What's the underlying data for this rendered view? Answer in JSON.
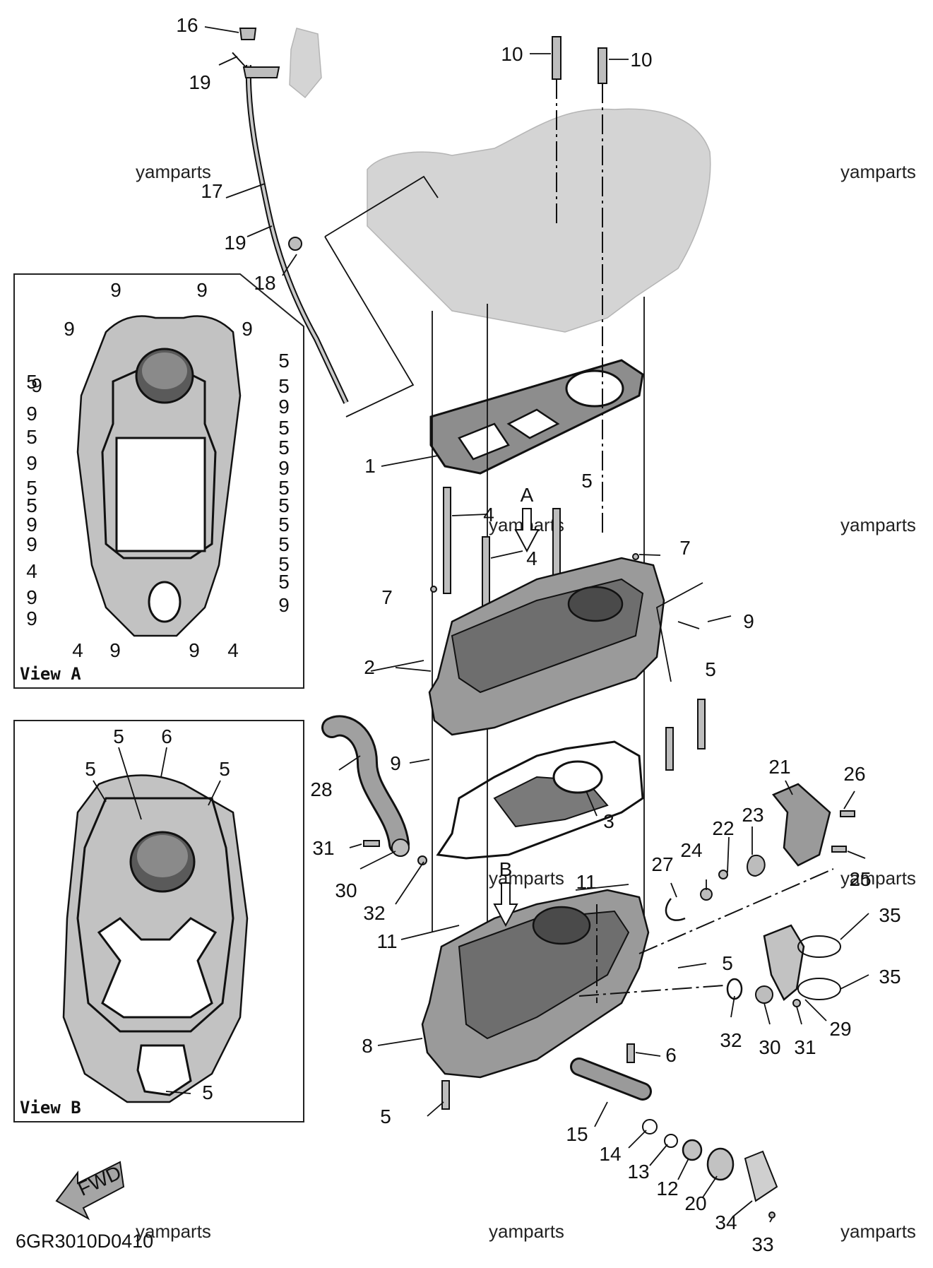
{
  "watermark": "yamparts",
  "diagram_code": "6GR3010D0410",
  "fwd_label": "FWD",
  "views": {
    "view_a": {
      "label": "View A"
    },
    "view_b": {
      "label": "View B"
    }
  },
  "view_markers": {
    "a": "A",
    "b": "B"
  },
  "callouts": {
    "main": [
      "16",
      "19",
      "17",
      "19",
      "18",
      "10",
      "10",
      "1",
      "4",
      "5",
      "4",
      "7",
      "7",
      "9",
      "2",
      "5",
      "9",
      "28",
      "3",
      "31",
      "30",
      "32",
      "21",
      "26",
      "22",
      "23",
      "24",
      "25",
      "27",
      "11",
      "11",
      "35",
      "5",
      "35",
      "29",
      "8",
      "32",
      "30",
      "31",
      "6",
      "5",
      "15",
      "14",
      "13",
      "12",
      "20",
      "34",
      "33"
    ],
    "view_a": [
      "9",
      "9",
      "9",
      "9",
      "9",
      "5",
      "5",
      "5",
      "9",
      "9",
      "5",
      "5",
      "5",
      "9",
      "9",
      "5",
      "5",
      "5",
      "5",
      "9",
      "5",
      "9",
      "5",
      "4",
      "5",
      "9",
      "5",
      "9",
      "9",
      "4",
      "9",
      "9",
      "4"
    ],
    "view_b": [
      "5",
      "6",
      "5",
      "5",
      "5"
    ]
  },
  "colors": {
    "ink": "#111111",
    "shade": "#9a9a9a",
    "ghost": "#d4d4d4"
  },
  "icons": [
    "fwd-arrow-icon",
    "view-arrow-icon"
  ]
}
